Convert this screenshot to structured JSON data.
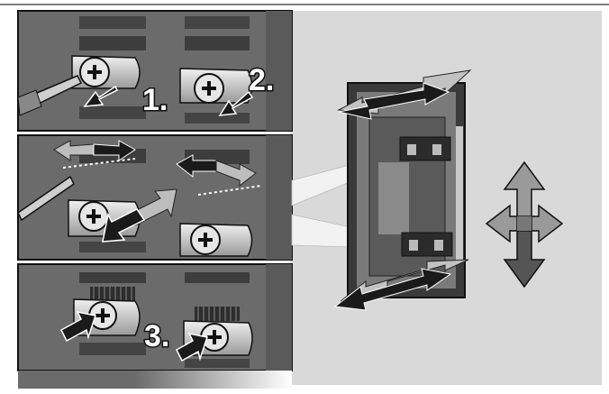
{
  "steps": {
    "step1": "1.",
    "step2": "2.",
    "step3": "3."
  },
  "icons": {
    "screwdriver": "screwdriver-icon",
    "move_arrows": "four-way-arrow-icon"
  },
  "colors": {
    "panel_dark": "#6b6b6b",
    "panel_light": "#d9d9d9",
    "arrow_dark": "#1a1a1a",
    "arrow_light": "#bdbdbd",
    "metal": "#cfcfcf"
  }
}
